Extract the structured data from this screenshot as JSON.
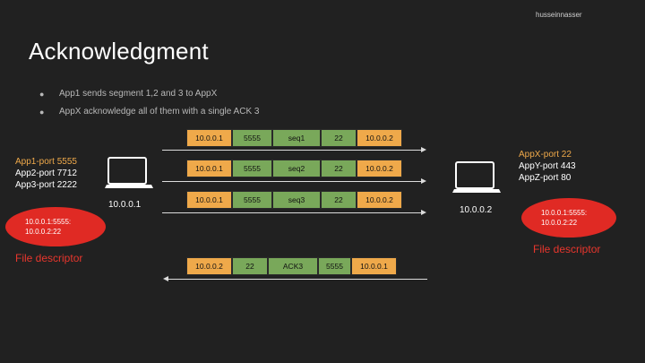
{
  "author": "husseinnasser",
  "title": "Acknowledgment",
  "bullets": [
    "App1 sends segment 1,2 and 3 to AppX",
    "AppX acknowledge all of them with a single ACK 3"
  ],
  "segments": [
    {
      "src_ip": "10.0.0.1",
      "src_port": "5555",
      "data": "seq1",
      "dst_port": "22",
      "dst_ip": "10.0.0.2"
    },
    {
      "src_ip": "10.0.0.1",
      "src_port": "5555",
      "data": "seq2",
      "dst_port": "22",
      "dst_ip": "10.0.0.2"
    },
    {
      "src_ip": "10.0.0.1",
      "src_port": "5555",
      "data": "seq3",
      "dst_port": "22",
      "dst_ip": "10.0.0.2"
    }
  ],
  "ack_segment": {
    "src_ip": "10.0.0.2",
    "src_port": "22",
    "data": "ACK3",
    "dst_port": "5555",
    "dst_ip": "10.0.0.1"
  },
  "client": {
    "ip": "10.0.0.1",
    "ports": [
      "App1-port 5555",
      "App2-port 7712",
      "App3-port 2222"
    ],
    "fd_lines": [
      "10.0.0.1:5555:",
      "10.0.0.2:22"
    ],
    "fd_label": "File descriptor"
  },
  "server": {
    "ip": "10.0.0.2",
    "ports": [
      "AppX-port 22",
      "AppY-port 443",
      "AppZ-port 80"
    ],
    "fd_lines": [
      "10.0.0.1:5555:",
      "10.0.0.2:22"
    ],
    "fd_label": "File descriptor"
  },
  "colors": {
    "background": "#212121",
    "ip_cell": "#efa94a",
    "port_cell": "#79a85a",
    "highlight_port": "#efa94a",
    "file_descriptor": "#e02a24",
    "arrow": "#dcdcdc"
  },
  "icons": [
    "laptop-icon",
    "laptop-icon"
  ]
}
